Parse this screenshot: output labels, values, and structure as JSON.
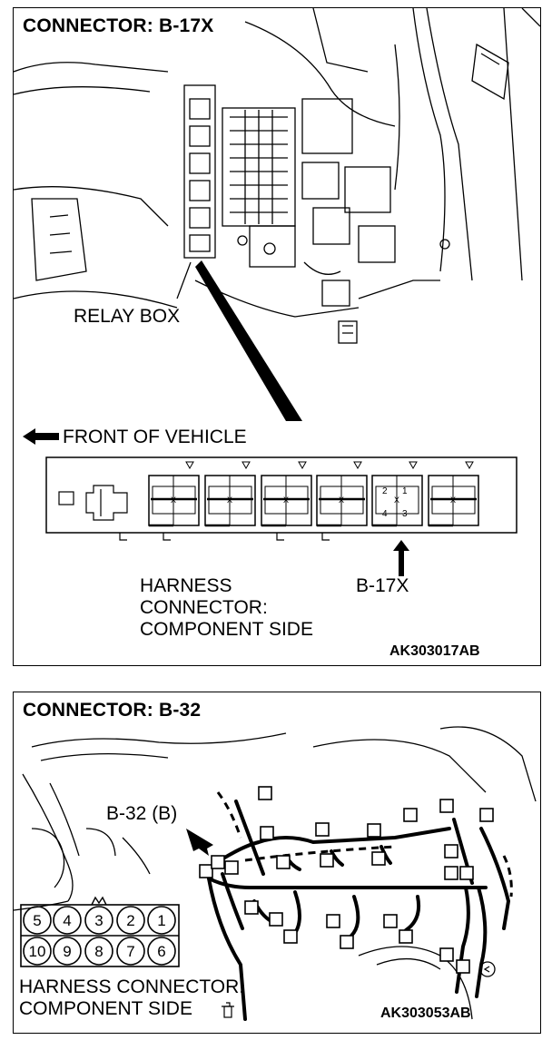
{
  "panels": [
    {
      "title": "CONNECTOR: B-17X",
      "relay_box_label": "RELAY BOX",
      "front_label": "FRONT OF VEHICLE",
      "harness_label_lines": [
        "HARNESS",
        "CONNECTOR:",
        "COMPONENT SIDE"
      ],
      "connector_callout": "B-17X",
      "highlight_terminals": [
        "2",
        "1",
        "4",
        "3"
      ],
      "cavity_mark": "X",
      "figure_code": "AK303017AB"
    },
    {
      "title": "CONNECTOR: B-32",
      "connector_callout": "B-32 (B)",
      "pins_top": [
        "5",
        "4",
        "3",
        "2",
        "1"
      ],
      "pins_bottom": [
        "10",
        "9",
        "8",
        "7",
        "6"
      ],
      "harness_label_lines": [
        "HARNESS CONNECTOR:",
        "COMPONENT SIDE"
      ],
      "figure_code": "AK303053AB"
    }
  ]
}
